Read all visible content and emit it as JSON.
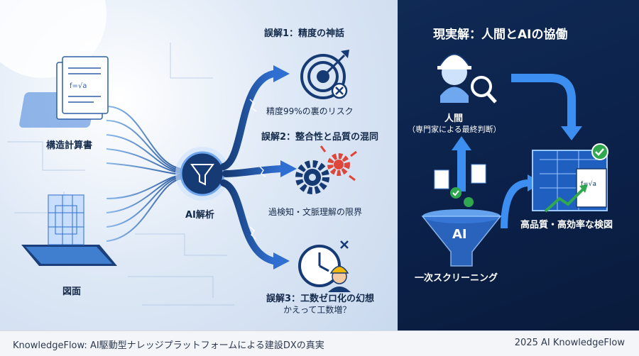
{
  "left_panel": {
    "inputs": {
      "calc_doc_label": "構造計算書",
      "drawing_label": "図面"
    },
    "hub": {
      "label": "AI解析"
    },
    "misconceptions": [
      {
        "title": "誤解1：精度の神話",
        "caption": "精度99%の裏のリスク"
      },
      {
        "title": "誤解2：整合性と品質の混同",
        "caption": "過検知・文脈理解の限界"
      },
      {
        "title": "誤解3：工数ゼロ化の幻想",
        "caption": "かえって工数増？"
      }
    ]
  },
  "right_panel": {
    "title": "現実解：人間とAIの協働",
    "human_label": "人間",
    "human_sublabel": "（専門家による最終判断）",
    "funnel_text": "AI",
    "screening_label": "一次スクリーニング",
    "result_label": "高品質・高効率な検図"
  },
  "footer": {
    "left_text": "KnowledgeFlow: AI駆動型ナレッジプラットフォームによる建設DXの真実",
    "right_text": "2025 AI KnowledgeFlow"
  },
  "colors": {
    "navy": "#0f2a55",
    "accent_blue": "#2f6fd1",
    "alert_red": "#e0453a",
    "check_green": "#2fa84f"
  }
}
